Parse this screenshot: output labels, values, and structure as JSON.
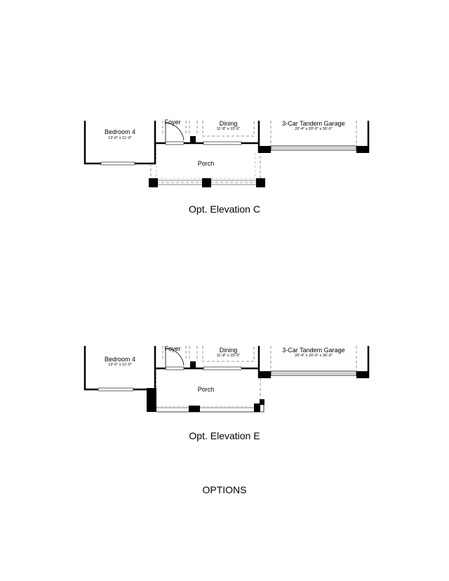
{
  "plan_c": {
    "caption": "Opt. Elevation C",
    "bedroom": {
      "name": "Bedroom 4",
      "dims": "13'-0\" x 11'-0\""
    },
    "foyer": {
      "name": "Foyer"
    },
    "dining": {
      "name": "Dining",
      "dims": "11'-8\" x 15'-0\""
    },
    "garage": {
      "name": "3-Car Tandem Garage",
      "dims": "20'-4\" x 20'-0\" x 36'-0\""
    },
    "porch": {
      "name": "Porch"
    }
  },
  "plan_e": {
    "caption": "Opt. Elevation E",
    "bedroom": {
      "name": "Bedroom 4",
      "dims": "13'-0\" x 11'-0\""
    },
    "foyer": {
      "name": "Foyer"
    },
    "dining": {
      "name": "Dining",
      "dims": "11'-8\" x 15'-0\""
    },
    "garage": {
      "name": "3-Car Tandem Garage",
      "dims": "20'-4\" x 20'-0\" x 36'-0\""
    },
    "porch": {
      "name": "Porch"
    }
  },
  "footer": {
    "title": "OPTIONS"
  }
}
